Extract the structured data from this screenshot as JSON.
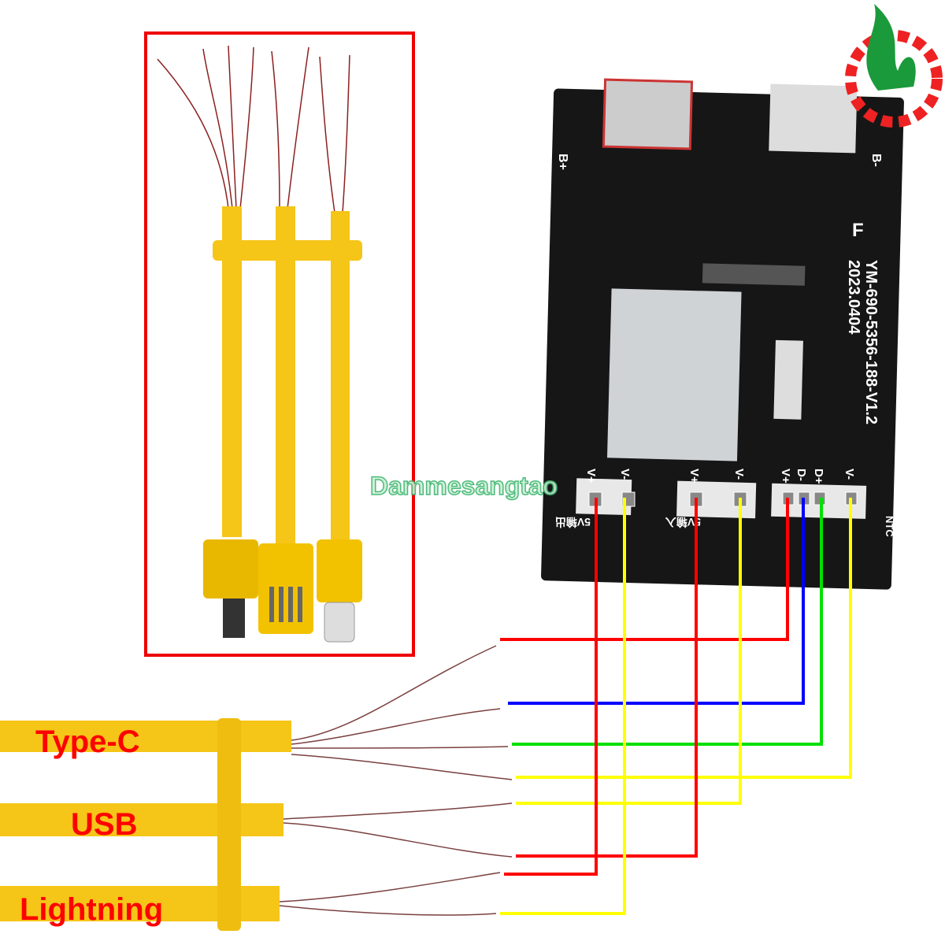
{
  "cable_labels": {
    "type_c": "Type-C",
    "usb": "USB",
    "lightning": "Lightning"
  },
  "watermark": "Dammesangtao",
  "pcb": {
    "model": "YM-690-5356-188-V1.2",
    "date": "2023.0404",
    "marks": {
      "f": "F",
      "b_plus": "B+",
      "b_minus": "B-",
      "ntc": "NTC"
    },
    "pad_groups": [
      {
        "caption": "5V输出",
        "pads": [
          "V+",
          "V-"
        ]
      },
      {
        "caption": "5V输入",
        "pads": [
          "V+",
          "V-"
        ]
      },
      {
        "caption": "",
        "pads": [
          "V+",
          "D-",
          "D+",
          "V-"
        ]
      }
    ]
  },
  "colors": {
    "red": "#ff0000",
    "blue": "#0000ff",
    "green": "#00e000",
    "yellow": "#ffff00",
    "cable": "#f5c518",
    "pcb": "#161616",
    "watermark": "#3cb371"
  }
}
